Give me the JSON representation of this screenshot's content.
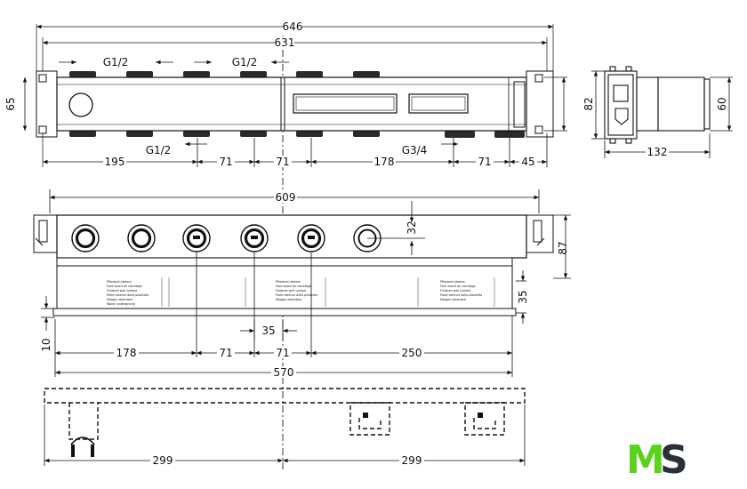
{
  "drawing": {
    "top_view": {
      "total_width": "646",
      "inner_width": "631",
      "thread_top_left": "G1/2",
      "thread_top_right": "G1/2",
      "thread_bottom": "G1/2",
      "thread_outlet": "G3/4",
      "height": "65",
      "seg_left": "195",
      "seg_1": "71",
      "seg_2": "71",
      "seg_3": "178",
      "seg_4": "71",
      "seg_end": "45"
    },
    "side_view": {
      "height_a": "82",
      "height_b": "60",
      "depth": "132"
    },
    "front_view": {
      "width": "609",
      "height": "87",
      "knob_offset": "32",
      "finish_height": "35",
      "bottom_offset": "10",
      "gap": "35",
      "seg_left": "178",
      "seg_1": "71",
      "seg_2": "71",
      "seg_right": "250",
      "total_base": "570"
    },
    "bottom_view": {
      "left_half": "299",
      "right_half": "299"
    }
  },
  "logo": {
    "letter_1": "M",
    "letter_2": "S",
    "color_m": "#5bd21d",
    "color_s": "#2b2f3a"
  }
}
